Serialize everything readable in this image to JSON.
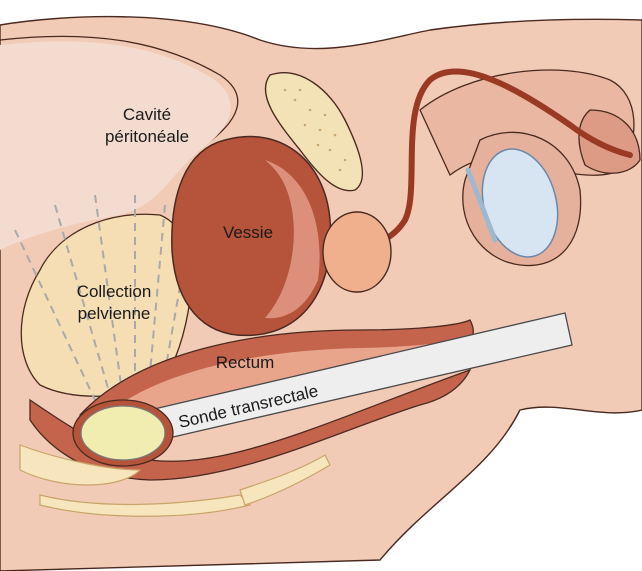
{
  "labels": {
    "cavite_line1": "Cavité",
    "cavite_line2": "péritonéale",
    "vessie": "Vessie",
    "collection_line1": "Collection",
    "collection_line2": "pelvienne",
    "rectum": "Rectum",
    "sonde": "Sonde transrectale"
  },
  "colors": {
    "skin": "#f2cbb6",
    "peritoneum": "#efd2c2",
    "bladder": "#b5533b",
    "bladder_highlight": "#e6a08c",
    "prostate": "#f0b08e",
    "collection": "#f5deb3",
    "rectum_wall": "#c4644c",
    "rectum_inside": "#e9a58c",
    "probe": "#eeeeee",
    "balloon": "#f1ecb0",
    "bone": "#f7e6bd",
    "testis": "#d7e4f1",
    "outline": "#5a2418"
  }
}
